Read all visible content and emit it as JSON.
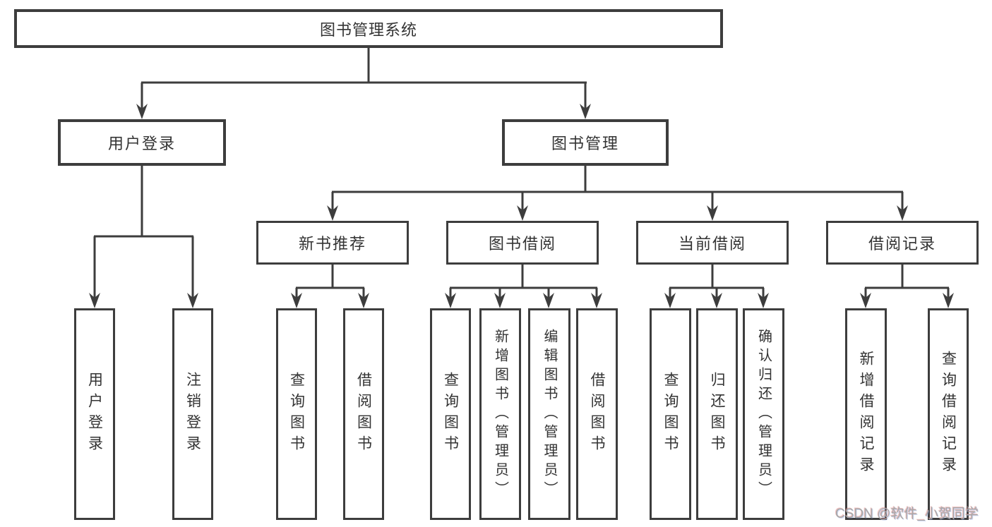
{
  "colors": {
    "line": "#3d3d3d",
    "node_border": "#3d3d3d",
    "node_fill": "#ffffff",
    "text": "#333333",
    "background": "#ffffff",
    "watermark": "#a8a8a8"
  },
  "root": {
    "label": "图书管理系统"
  },
  "branches": {
    "user_login": {
      "label": "用户登录"
    },
    "book_mgmt": {
      "label": "图书管理"
    }
  },
  "sections": {
    "new_books": {
      "label": "新书推荐"
    },
    "book_borrow": {
      "label": "图书借阅"
    },
    "current_borrow": {
      "label": "当前借阅"
    },
    "borrow_records": {
      "label": "借阅记录"
    }
  },
  "leaves": {
    "user_login": "用户登录",
    "logout": "注销登录",
    "nb_query_books": "查询图书",
    "nb_borrow_books": "借阅图书",
    "bb_query_books": "查询图书",
    "bb_add_books": "新增图书（管理员）",
    "bb_edit_books": "编辑图书（管理员）",
    "bb_borrow_books": "借阅图书",
    "cb_query_books": "查询图书",
    "cb_return_books": "归还图书",
    "cb_confirm_return": "确认归还（管理员）",
    "br_add_record": "新增借阅记录",
    "br_query_record": "查询借阅记录"
  },
  "watermark": "CSDN @软件_小贺同学"
}
